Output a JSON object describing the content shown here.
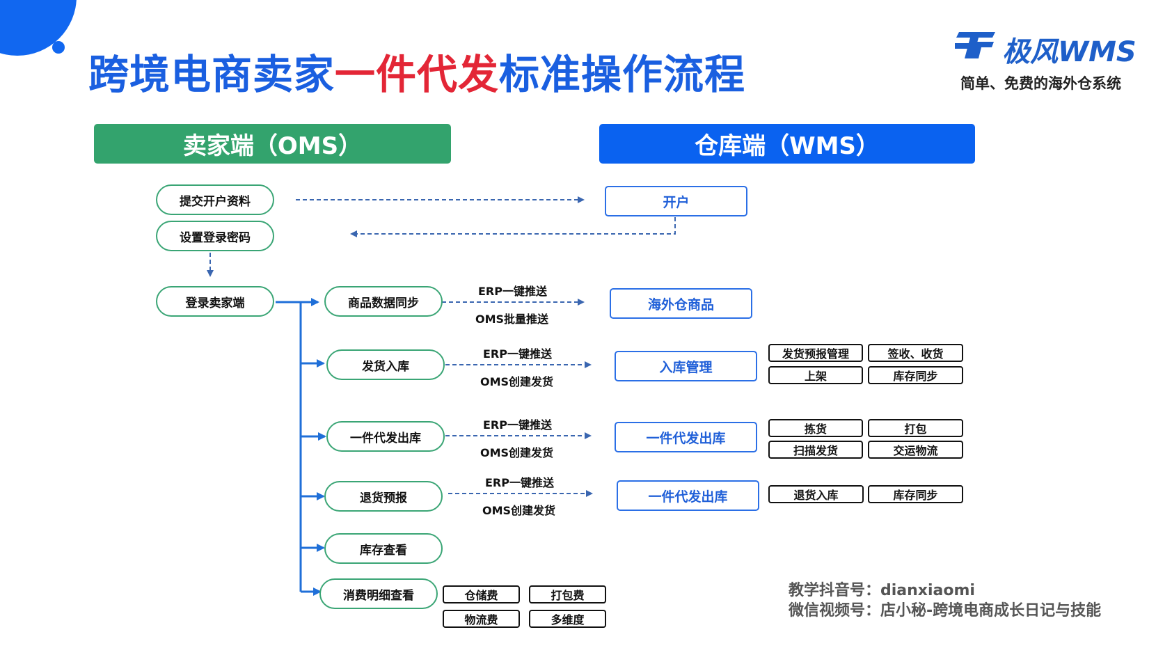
{
  "header": {
    "title_part1": "跨境电商卖家",
    "title_highlight": "一件代发",
    "title_part2": "标准操作流程",
    "brand_name": "极风WMS",
    "brand_slogan": "简单、免费的海外仓系统"
  },
  "columns": {
    "seller": "卖家端（OMS）",
    "warehouse": "仓库端（WMS）"
  },
  "seller_nodes": {
    "submit_info": "提交开户资料",
    "set_password": "设置登录密码",
    "login": "登录卖家端",
    "product_sync": "商品数据同步",
    "inbound": "发货入库",
    "dropship": "一件代发出库",
    "return_notice": "退货预报",
    "stock_view": "库存查看",
    "fee_view": "消费明细查看"
  },
  "edge_labels": {
    "product_top": "ERP一键推送",
    "product_bottom": "OMS批量推送",
    "inbound_top": "ERP一键推送",
    "inbound_bottom": "OMS创建发货",
    "dropship_top": "ERP一键推送",
    "dropship_bottom": "OMS创建发货",
    "return_top": "ERP一键推送",
    "return_bottom": "OMS创建发货"
  },
  "warehouse_nodes": {
    "open_account": "开户",
    "overseas_products": "海外仓商品",
    "inbound_mgmt": "入库管理",
    "dropship_out": "一件代发出库",
    "dropship_out_2": "一件代发出库"
  },
  "tags": {
    "inbound": [
      "发货预报管理",
      "签收、收货",
      "上架",
      "库存同步"
    ],
    "dropship": [
      "拣货",
      "打包",
      "扫描发货",
      "交运物流"
    ],
    "return": [
      "退货入库",
      "库存同步"
    ],
    "fees": [
      "仓储费",
      "打包费",
      "物流费",
      "多维度"
    ]
  },
  "footer": {
    "douyin_line": "教学抖音号：dianxiaomi",
    "wechat_line": "微信视频号：店小秘-跨境电商成长日记与技能"
  },
  "colors": {
    "primary_blue": "#0a62f0",
    "seller_green": "#33a36d",
    "highlight_red": "#e32636",
    "connector_blue": "#3a66b0"
  }
}
